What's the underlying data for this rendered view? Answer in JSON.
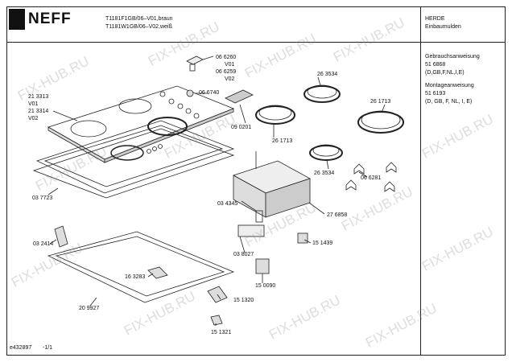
{
  "header": {
    "brand": "NEFF",
    "model_line_1": "T1181F1GB/06–V01,braun",
    "model_line_2": "T1181W1GB/06–V02,weiß",
    "category_1": "HERDE",
    "category_2": "Einbaumulden"
  },
  "docs": {
    "manual_title": "Gebrauchsanweisung",
    "manual_number": "51 6868",
    "manual_langs": "(D,GB,F,NL,I,E)",
    "install_title": "Montageanweisung",
    "install_number": "51 6193",
    "install_langs": "(D, GB, F, NL, I, E)"
  },
  "parts": {
    "p066260": "06 6260",
    "p066260_v": "V01",
    "p066259": "06 6259",
    "p066259_v": "V02",
    "p066740": "06 6740",
    "p213313": "21 3313",
    "p213313_v": "V01",
    "p213314": "21 3314",
    "p213314_v": "V02",
    "p090201": "09 0201",
    "p263534a": "26 3534",
    "p261713a": "26 1713",
    "p261713b": "26 1713",
    "p263534b": "26 3534",
    "p066281": "06 6281",
    "p037723": "03 7723",
    "p034345": "03 4345",
    "p276858": "27 6858",
    "p032414": "03 2414",
    "p151439": "15 1439",
    "p038027": "03 8027",
    "p163283": "16 3283",
    "p150090": "15 0090",
    "p209927": "20 9927",
    "p151320": "15 1320",
    "p151321": "15 1321"
  },
  "footer": {
    "drawing_id": "e432897",
    "page": "-1/1"
  },
  "watermark": "FIX-HUB.RU"
}
